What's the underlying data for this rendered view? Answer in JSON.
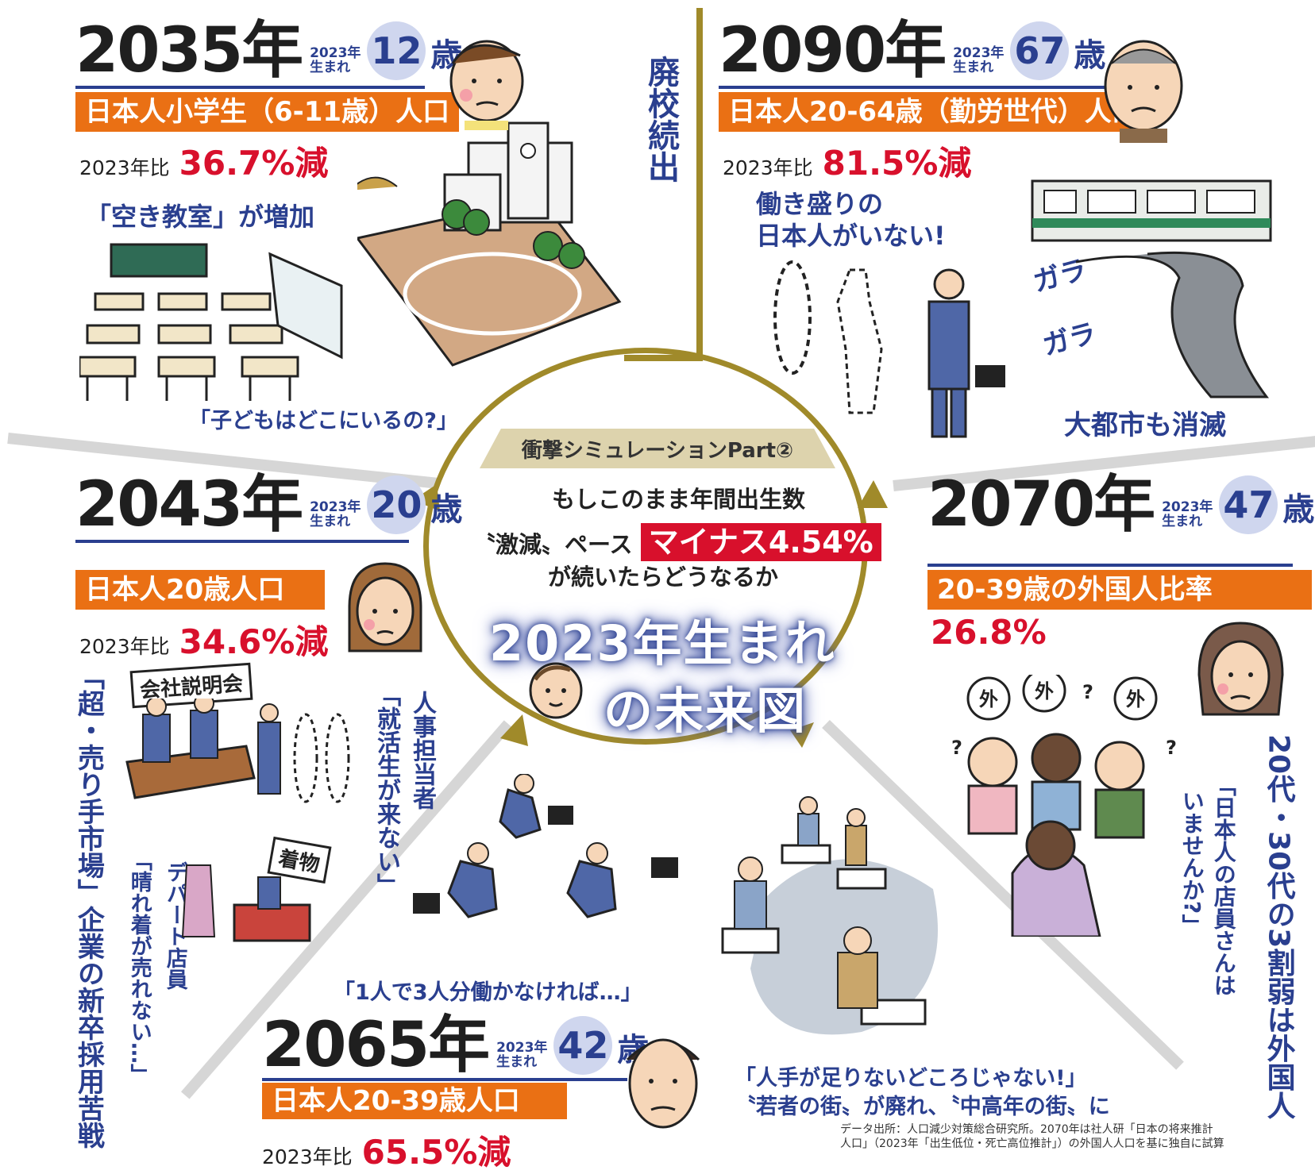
{
  "center": {
    "tag": "衝撃シミュレーションPart②",
    "lead_line1": "もしこのまま年間出生数",
    "lead_line2_pre": "〝激減〟ペース",
    "lead_line2_highlight": "マイナス4.54%",
    "lead_line3": "が続いたらどうなるか",
    "title_line1": "2023年生まれ",
    "title_line2": "の未来図"
  },
  "born_label_top": "2023年",
  "born_label_bottom": "生まれ",
  "age_unit": "歳",
  "compare_label": "2023年比",
  "blocks": {
    "y2035": {
      "year": "2035年",
      "age": "12",
      "bar": "日本人小学生（6-11歳）人口",
      "value": "36.7%減",
      "caption": "「空き教室」が増加",
      "quote": "「子どもはどこにいるの?」",
      "vertical": "廃校続出"
    },
    "y2090": {
      "year": "2090年",
      "age": "67",
      "bar": "日本人20-64歳（勤労世代）人口",
      "value": "81.5%減",
      "caption_line1": "働き盛りの",
      "caption_line2": "日本人がいない!",
      "sound1": "ガラ",
      "sound2": "ガラ",
      "caption2": "大都市も消滅"
    },
    "y2043": {
      "year": "2043年",
      "age": "20",
      "bar": "日本人20歳人口",
      "value": "34.6%減",
      "sign1": "会社説明会",
      "sign2": "着物",
      "v_hr": "人事担当者",
      "v_hr2": "「就活生が来ない」",
      "v_dept": "デパート店員",
      "v_dept2": "「晴れ着が売れない…」",
      "v_main": "「超・売り手市場」企業の新卒採用苦戦"
    },
    "y2070": {
      "year": "2070年",
      "age": "47",
      "bar": "20-39歳の外国人比率",
      "value": "26.8%",
      "v_quote": "「日本人の店員さんは",
      "v_quote2": "いませんか?」",
      "v_main": "20代・30代の3割弱は外国人",
      "bubble": "外"
    },
    "y2065": {
      "year": "2065年",
      "age": "42",
      "bar": "日本人20-39歳人口",
      "value": "65.5%減",
      "quote": "「1人で3人分働かなければ…」",
      "quote2_line1": "「人手が足りないどころじゃない!」",
      "quote2_line2": "〝若者の街〟が廃れ、〝中高年の街〟に"
    }
  },
  "source_line1": "データ出所：人口減少対策総合研究所。2070年は社人研「日本の将来推計",
  "source_line2": "人口」（2023年「出生低位・死亡高位推計」）の外国人人口を基に独自に試算",
  "colors": {
    "navy": "#2a3f8f",
    "orange": "#ea7014",
    "red": "#d8102c",
    "gold": "#a08a2a"
  }
}
